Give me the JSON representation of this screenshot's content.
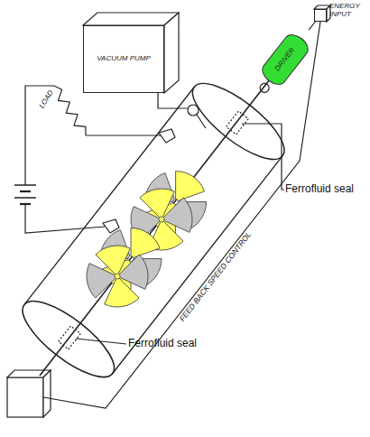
{
  "diagram": {
    "nodes": [
      {
        "text": [
          "VACUUM PUMP"
        ]
      },
      {
        "text": [
          "DRIVER"
        ]
      },
      {
        "text": [
          "ENERGY INPUT"
        ]
      }
    ],
    "edges": [
      {
        "from": 1,
        "to": 2,
        "arrow": "none"
      }
    ],
    "labels": [
      "LOAD",
      "FEED BACK SPEED CONTROL",
      "Ferrofluid seal",
      "Ferrofluid seal"
    ]
  }
}
